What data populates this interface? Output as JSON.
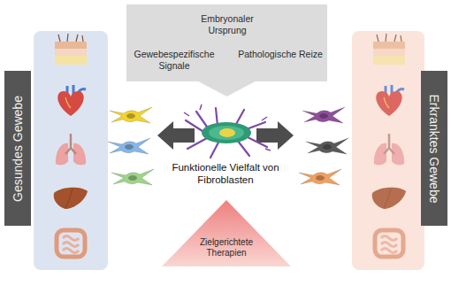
{
  "diagram": {
    "nodes": [
      {
        "text": [
          "Embryonaler Ursprung",
          "Gewebespezifische Signale",
          "Pathologische Reize"
        ]
      },
      {
        "text": [
          "Gesundes Gewebe"
        ]
      },
      {
        "text": [
          "Erkranktes Gewebe"
        ]
      },
      {
        "text": [
          "Zielgerichtete Therapien"
        ]
      }
    ],
    "labels": [
      "Funktionelle Vielfalt von Fibroblasten"
    ]
  }
}
